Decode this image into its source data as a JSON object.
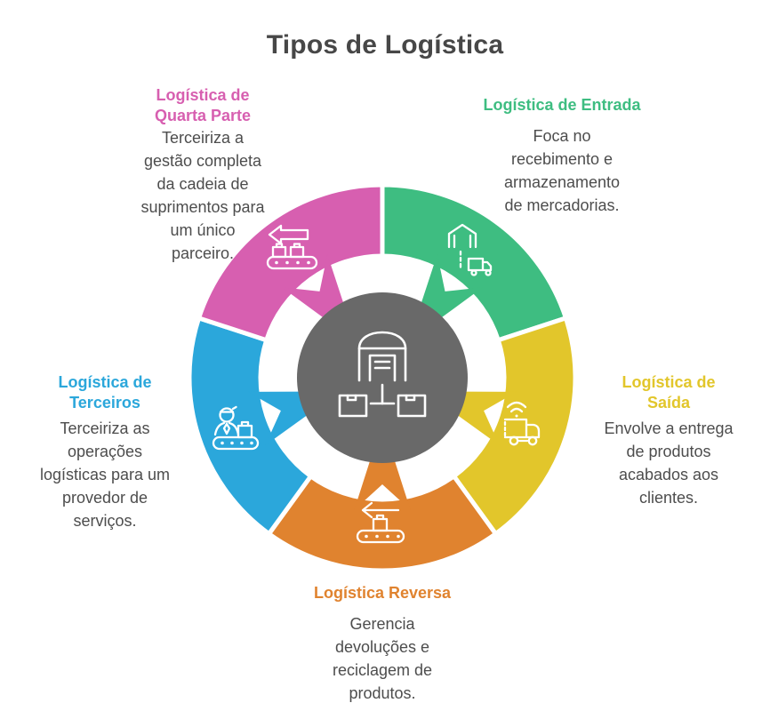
{
  "title": "Tipos de Logística",
  "chart_data": {
    "type": "pie",
    "subtype": "donut-cycle-infographic",
    "title": "Tipos de Logística",
    "center_icon": "warehouse-distribution-hub",
    "equal_segments": true,
    "segment_value_each": 20,
    "segments": [
      {
        "id": "entrada",
        "label": "Logística de Entrada",
        "description": "Foca no\nrecebimento e\narmazenamento\nde mercadorias.",
        "color": "#3EBD81",
        "icon": "warehouse-receiving-truck-icon"
      },
      {
        "id": "saida",
        "label": "Logística de Saída",
        "description": "Envolve a entrega\nde produtos\nacabados aos\nclientes.",
        "color": "#E2C62B",
        "icon": "connected-delivery-truck-icon"
      },
      {
        "id": "reversa",
        "label": "Logística Reversa",
        "description": "Gerencia\ndevoluções e\nreciclagem de\nprodutos.",
        "color": "#E0832F",
        "icon": "conveyor-return-arrow-icon"
      },
      {
        "id": "terceiros",
        "label": "Logística de Terceiros",
        "description": "Terceiriza as\noperações\nlogísticas para um\nprovedor de\nserviços.",
        "color": "#2BA7DB",
        "icon": "worker-conveyor-icon"
      },
      {
        "id": "quarta_parte",
        "label": "Logística de Quarta Parte",
        "description": "Terceiriza a\ngestão completa\nda cadeia de\nsuprimentos para\num único\nparceiro.",
        "color": "#D75FB0",
        "icon": "return-arrow-conveyor-boxes-icon"
      }
    ],
    "colors": {
      "hub": "#696969",
      "background": "#FFFFFF",
      "divider": "#FFFFFF",
      "title_text": "#474747",
      "body_text": "#4D4D4D"
    }
  }
}
